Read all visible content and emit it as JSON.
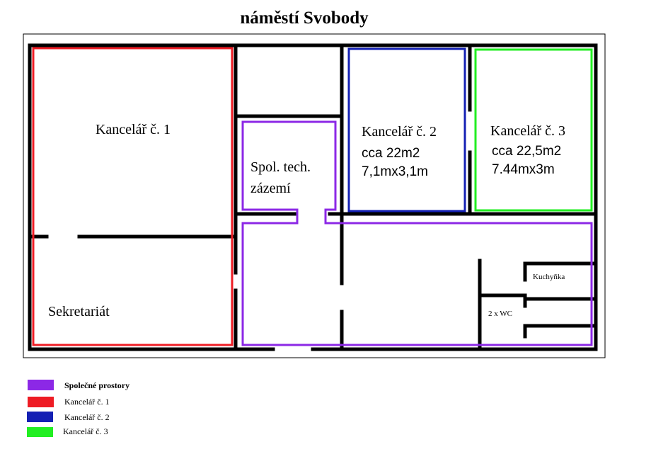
{
  "title": "náměstí Svobody",
  "colors": {
    "office1": "#ee1c24",
    "office2": "#1420b4",
    "office3": "#22ee22",
    "common": "#8c28e6",
    "wall": "#000000"
  },
  "rooms": {
    "office1": {
      "name": "Kancelář č. 1"
    },
    "secretariat": {
      "name": "Sekretariát"
    },
    "tech": {
      "line1": "Spol. tech.",
      "line2": "zázemí"
    },
    "office2": {
      "name": "Kancelář č. 2",
      "area": "cca 22m2",
      "dims": "7,1mx3,1m"
    },
    "office3": {
      "name": "Kancelář č. 3",
      "area": "cca 22,5m2",
      "dims": "7.44mx3m"
    },
    "kitchen": {
      "name": "Kuchyňka"
    },
    "wc": {
      "name": "2 x WC"
    }
  },
  "legend": [
    {
      "label": "Společné prostory",
      "color": "#8c28e6"
    },
    {
      "label": "Kancelář č. 1",
      "color": "#ee1c24"
    },
    {
      "label": "Kancelář č. 2",
      "color": "#1420b4"
    },
    {
      "label": "Kancelář č. 3",
      "color": "#22ee22"
    }
  ]
}
